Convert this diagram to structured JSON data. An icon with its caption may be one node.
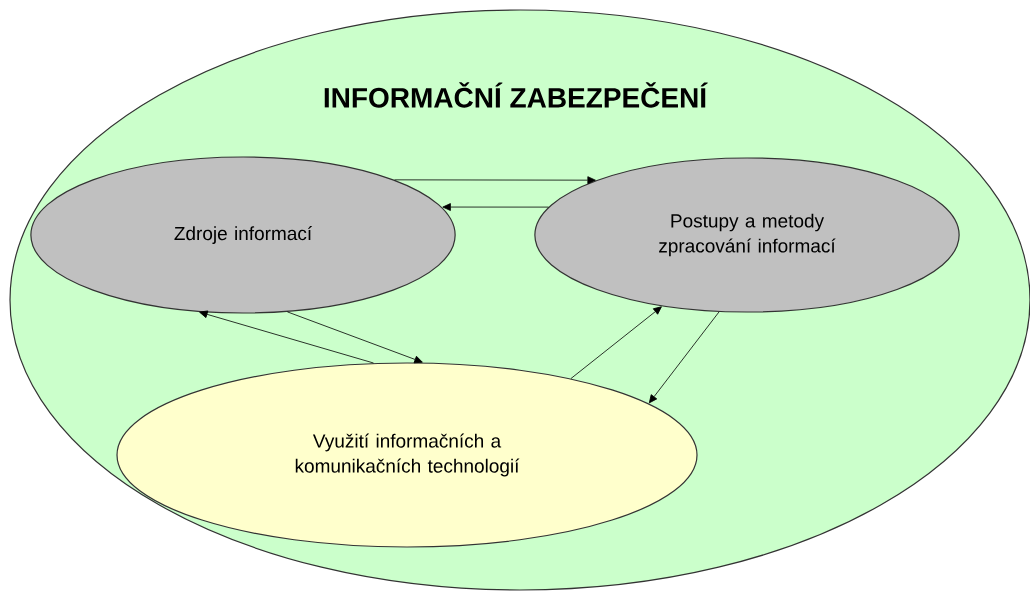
{
  "diagram": {
    "nodes": [
      {
        "text": [
          "INFORMAČNÍ ZABEZPEČENÍ"
        ]
      },
      {
        "text": [
          "Zdroje informací"
        ],
        "in": 0
      },
      {
        "text": [
          "Postupy a metody zpracování informací"
        ],
        "in": 0
      },
      {
        "text": [
          "Využití informačních a komunikačních technologií"
        ],
        "in": 0
      }
    ],
    "edges": [
      {
        "from": 1,
        "to": 2,
        "arrow": "to"
      },
      {
        "from": 2,
        "to": 1,
        "arrow": "to"
      },
      {
        "from": 1,
        "to": 3,
        "arrow": "to"
      },
      {
        "from": 3,
        "to": 1,
        "arrow": "to"
      },
      {
        "from": 3,
        "to": 2,
        "arrow": "to"
      },
      {
        "from": 2,
        "to": 3,
        "arrow": "to"
      }
    ]
  }
}
